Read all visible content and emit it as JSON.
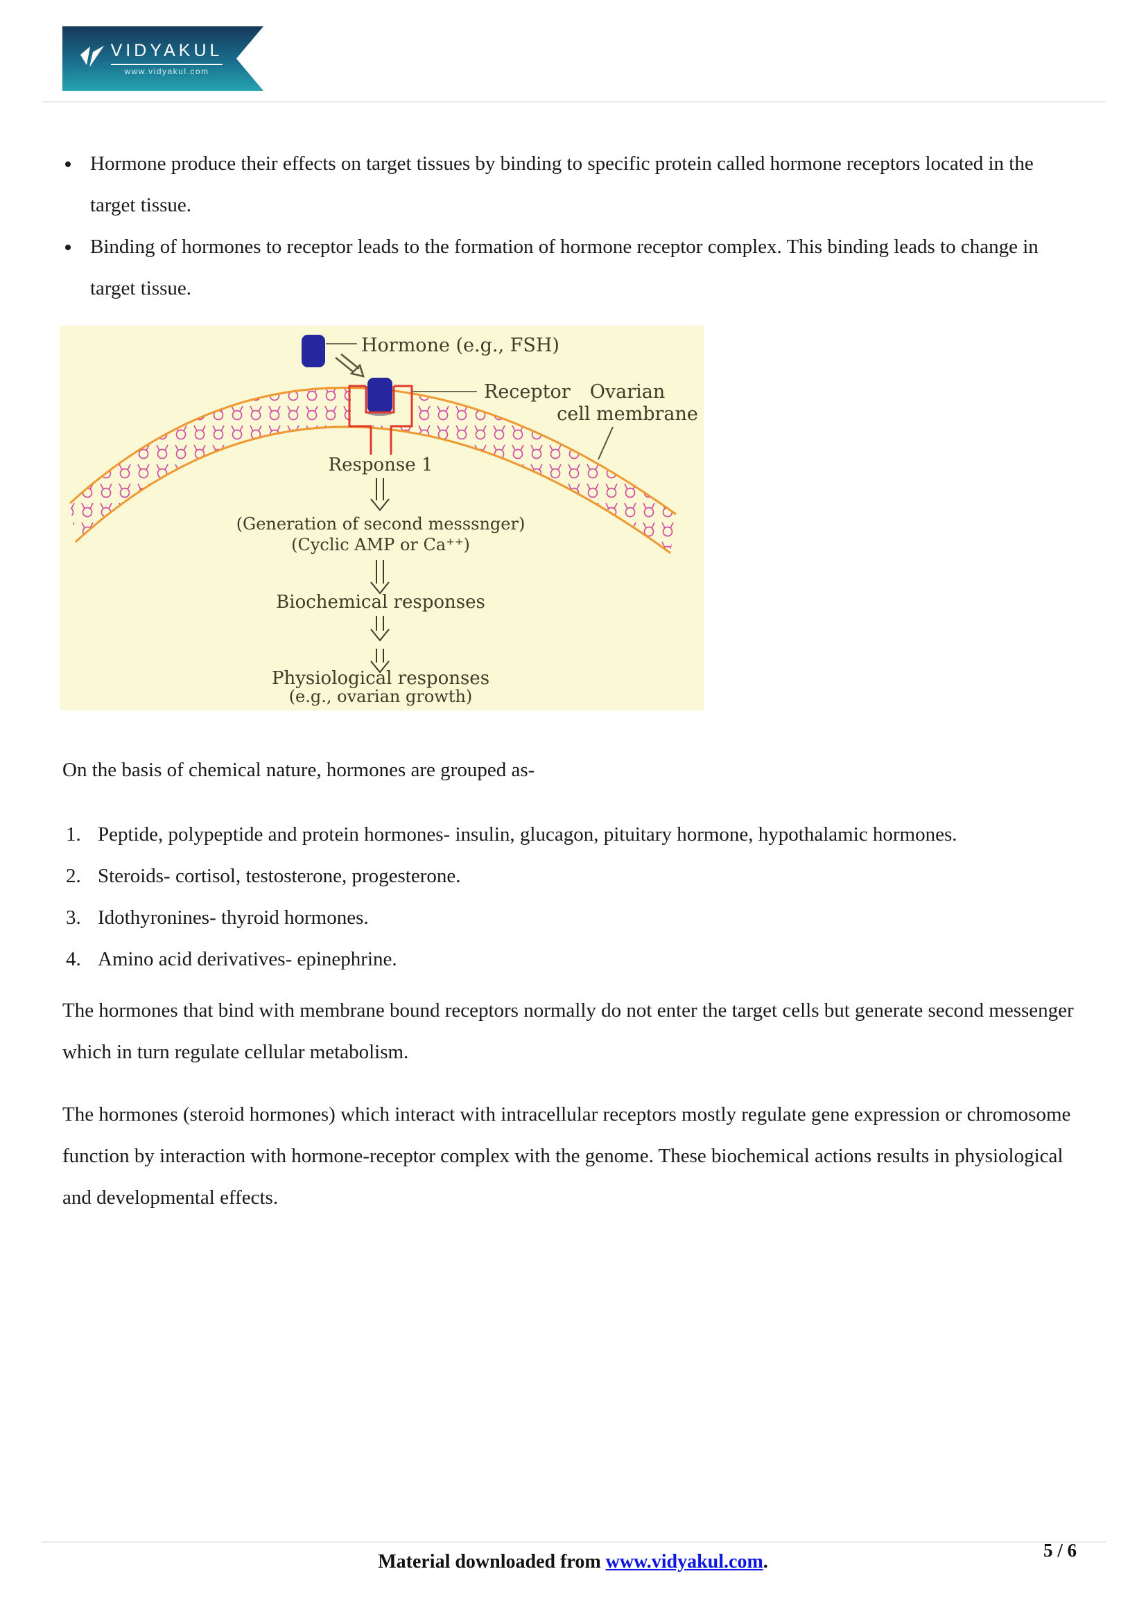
{
  "page": {
    "logo": {
      "title": "VIDYAKUL",
      "subtitle": "www.vidyakul.com"
    },
    "bullets": [
      "Hormone produce their effects on target tissues by binding to specific protein called hormone receptors located in the target tissue.",
      "Binding of hormones to receptor leads to the formation of hormone receptor complex. This binding leads to change in target tissue."
    ],
    "diagram": {
      "hormone_label": "Hormone (e.g., FSH)",
      "receptor_label": "Receptor",
      "membrane_label_line1": "Ovarian",
      "membrane_label_line2": "cell membrane",
      "response1": "Response 1",
      "second_messenger_line1": "(Generation of second messsnger)",
      "second_messenger_line2": "(Cyclic AMP or Ca⁺⁺)",
      "biochemical": "Biochemical responses",
      "physiological_line1": "Physiological responses",
      "physiological_line2": "(e.g., ovarian growth)",
      "colors": {
        "background": "#fbf8d6",
        "membrane_outline": "#ef9933",
        "lipid": "#cf4fa0",
        "hormone_pill": "#26279f",
        "receptor_outline": "#e03a2c",
        "label_text": "#3c3c28"
      }
    },
    "intro": "On the basis of chemical nature, hormones are grouped as-",
    "numbered_list": [
      {
        "num": "1.",
        "text": "Peptide, polypeptide and protein hormones- insulin, glucagon, pituitary hormone, hypothalamic hormones."
      },
      {
        "num": "2.",
        "text": "Steroids- cortisol, testosterone, progesterone."
      },
      {
        "num": "3.",
        "text": "Idothyronines- thyroid hormones."
      },
      {
        "num": "4.",
        "text": "Amino acid derivatives- epinephrine."
      }
    ],
    "paragraphs": [
      "The hormones that bind with membrane bound receptors normally do not enter the target cells but generate second messenger which in turn regulate cellular metabolism.",
      "The hormones (steroid hormones) which interact with intracellular receptors mostly regulate gene expression or chromosome function by interaction with hormone-receptor complex with the genome. These biochemical actions results in physiological and developmental effects."
    ],
    "footer": {
      "prefix": "Material downloaded from ",
      "link": "www.vidyakul.com",
      "suffix": ".",
      "page_number": "5 / 6"
    }
  }
}
